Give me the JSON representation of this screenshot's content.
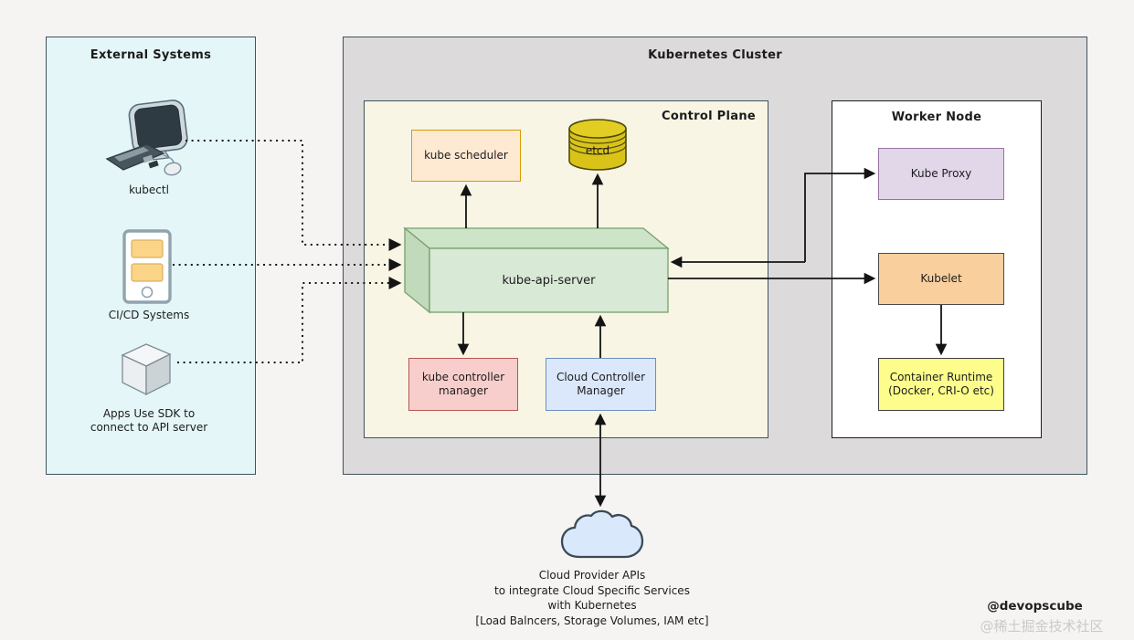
{
  "external_systems": {
    "title": "External Systems",
    "items": [
      {
        "icon": "computer-icon",
        "label": "kubectl"
      },
      {
        "icon": "phone-icon",
        "label": "CI/CD Systems"
      },
      {
        "icon": "cube-icon",
        "label_lines": [
          "Apps Use SDK to",
          "connect to API server"
        ]
      }
    ]
  },
  "cluster": {
    "title": "Kubernetes Cluster",
    "control_plane": {
      "title": "Control Plane",
      "scheduler": {
        "label": "kube scheduler"
      },
      "etcd": {
        "label": "etcd"
      },
      "api_server": {
        "label": "kube-api-server"
      },
      "kube_controller_manager": {
        "lines": [
          "kube controller",
          "manager"
        ]
      },
      "cloud_controller_manager": {
        "lines": [
          "Cloud Controller",
          "Manager"
        ]
      }
    },
    "worker_node": {
      "title": "Worker Node",
      "kube_proxy": {
        "label": "Kube Proxy"
      },
      "kubelet": {
        "label": "Kubelet"
      },
      "container_runtime": {
        "lines": [
          "Container Runtime",
          "(Docker, CRI-O etc)"
        ]
      }
    }
  },
  "cloud_provider": {
    "icon": "cloud-icon",
    "caption_lines": [
      "Cloud Provider APIs",
      "to integrate Cloud Specific Services",
      "with Kubernetes",
      "[Load Balncers, Storage Volumes, IAM etc]"
    ]
  },
  "watermarks": {
    "author": "@devopscube",
    "community": "@稀土掘金技术社区"
  },
  "colors": {
    "page_bg": "#f5f4f3",
    "external_box": "#e4f6f7",
    "cluster_box": "#dcdadb",
    "control_plane_box": "#f8f5e4",
    "worker_node_box": "#ffffff",
    "scheduler_fill": "#fee9d2",
    "scheduler_border": "#d79b00",
    "etcd_fill": "#d9c319",
    "api_server_fill": "#d8e9d5",
    "api_server_border": "#76a06c",
    "kube_controller_fill": "#f8cecc",
    "kube_controller_border": "#b85450",
    "cloud_controller_fill": "#dbe8fc",
    "cloud_controller_border": "#6c8ebf",
    "kube_proxy_fill": "#e2d6e9",
    "kube_proxy_border": "#9673a6",
    "kubelet_fill": "#f9cf9e",
    "runtime_fill": "#fdfd8b",
    "cloud_fill": "#d9e9fb",
    "line": "#141414"
  }
}
